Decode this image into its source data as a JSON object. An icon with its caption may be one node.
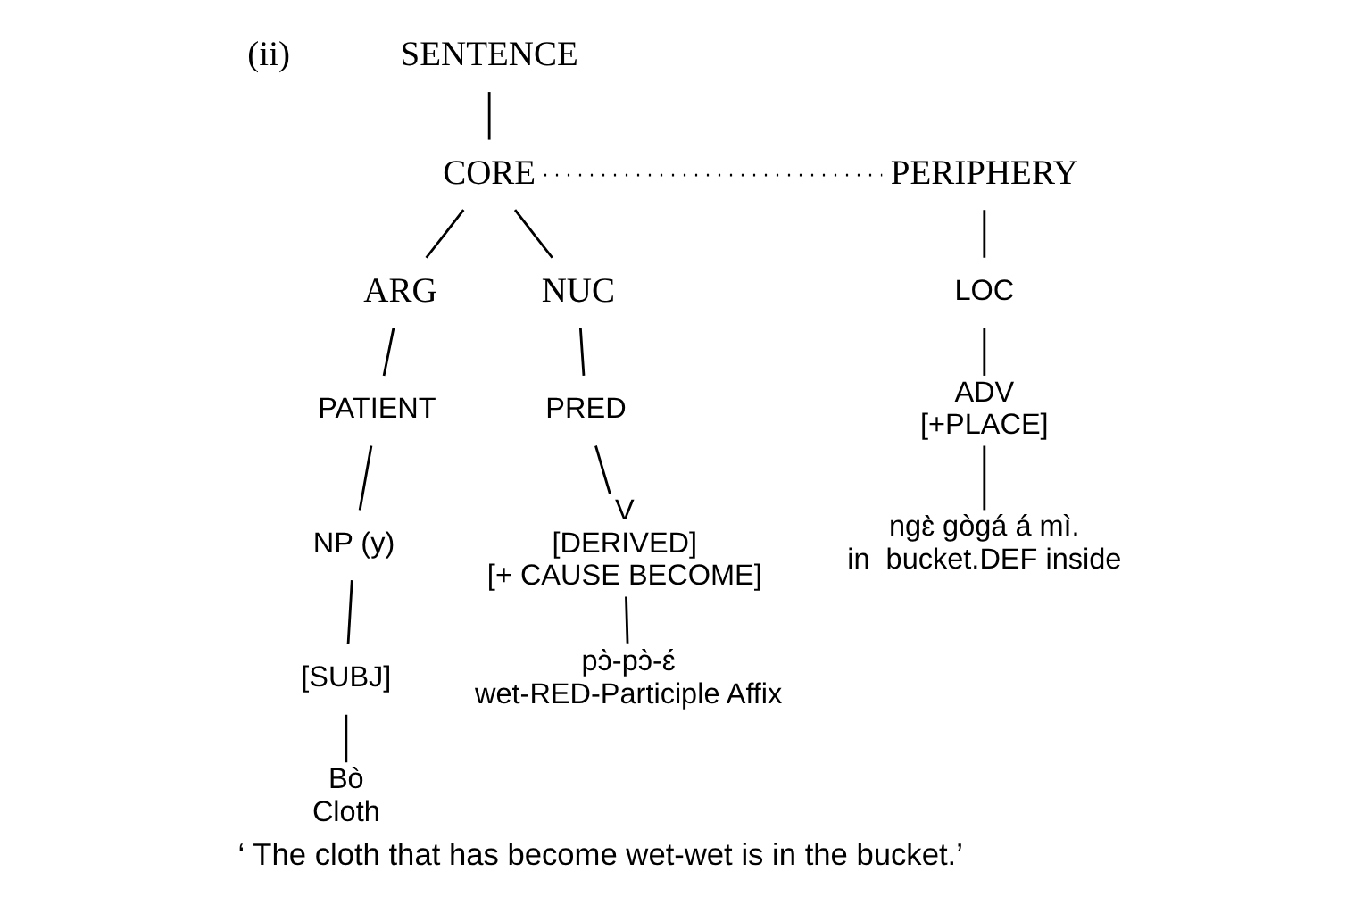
{
  "diagram": {
    "caption": "‘ The cloth that has become wet-wet is in the bucket.’",
    "nodes": [
      {
        "text": [
          "SENTENCE"
        ]
      },
      {
        "text": [
          "CORE"
        ]
      },
      {
        "text": [
          "PERIPHERY"
        ]
      },
      {
        "text": [
          "ARG"
        ]
      },
      {
        "text": [
          "NUC"
        ]
      },
      {
        "text": [
          "PATIENT"
        ]
      },
      {
        "text": [
          "PRED"
        ]
      },
      {
        "text": [
          "LOC"
        ]
      },
      {
        "text": [
          "NP (y)"
        ]
      },
      {
        "text": [
          "V",
          "[DERIVED]",
          "[+ CAUSE BECOME]"
        ]
      },
      {
        "text": [
          "ADV",
          "[+PLACE]"
        ]
      },
      {
        "text": [
          "[SUBJ]"
        ]
      },
      {
        "text": [
          "Bò"
        ],
        "beside": [
          "Cloth"
        ]
      },
      {
        "text": [
          "pɔ̀-pɔ̀-ɛ́"
        ],
        "beside": [
          "wet-RED-Participle Affix"
        ]
      },
      {
        "text": [
          "ngɛ̀ gògá á mì."
        ],
        "beside": [
          "in  bucket.DEF inside"
        ]
      }
    ],
    "edges": [
      {
        "from": 0,
        "to": 1,
        "arrow": "none"
      },
      {
        "from": 1,
        "to": 3,
        "arrow": "none"
      },
      {
        "from": 1,
        "to": 4,
        "arrow": "none"
      },
      {
        "from": 1,
        "to": 2,
        "arrow": "none",
        "style": "dashed"
      },
      {
        "from": 3,
        "to": 5,
        "arrow": "none"
      },
      {
        "from": 5,
        "to": 8,
        "arrow": "none"
      },
      {
        "from": 8,
        "to": 11,
        "arrow": "none"
      },
      {
        "from": 11,
        "to": 12,
        "arrow": "none"
      },
      {
        "from": 4,
        "to": 6,
        "arrow": "none"
      },
      {
        "from": 6,
        "to": 9,
        "arrow": "none"
      },
      {
        "from": 9,
        "to": 13,
        "arrow": "none"
      },
      {
        "from": 2,
        "to": 7,
        "arrow": "none"
      },
      {
        "from": 7,
        "to": 10,
        "arrow": "none"
      },
      {
        "from": 10,
        "to": 14,
        "arrow": "none"
      }
    ],
    "labels": [
      "(ii)"
    ]
  }
}
